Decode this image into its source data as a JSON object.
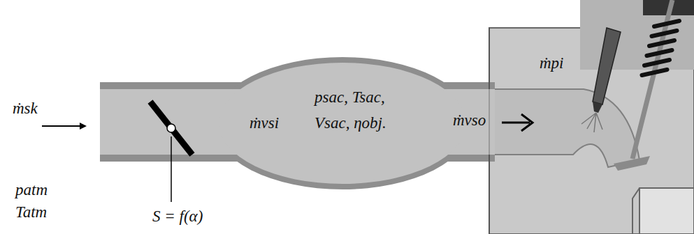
{
  "diagram": {
    "labels": [
      "ṁsk",
      "patm",
      "Tatm",
      "S = f(α)",
      "ṁvsi",
      "psac, Tsac,",
      "Vsac, ηobj.",
      "ṁvso",
      "ṁpi"
    ]
  }
}
